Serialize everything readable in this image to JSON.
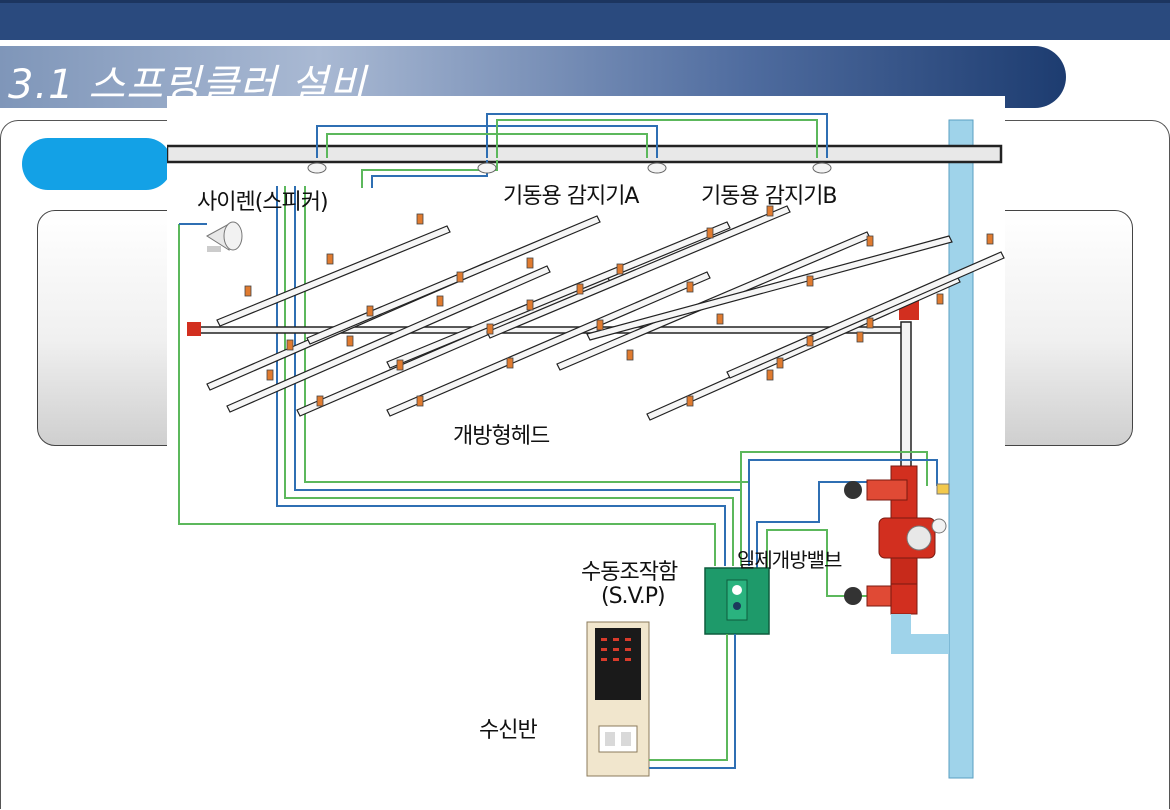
{
  "slide": {
    "title": "3.1 스프링클러 설비"
  },
  "diagram": {
    "labels": {
      "siren": "사이렌(스피커)",
      "detector_a": "기동용 감지기A",
      "detector_b": "기동용 감지기B",
      "open_head": "개방형헤드",
      "deluge_valve": "일제개방밸브",
      "manual_box": "수동조작함",
      "svp": "(S.V.P)",
      "receiver": "수신반"
    }
  },
  "colors": {
    "header_band": "#2a4a7e",
    "accent_pill": "#13a1e6",
    "wire_blue": "#2f6fb3",
    "wire_green": "#5cb85c",
    "riser_pipe": "#9fd3ea",
    "valve_red": "#d22f1f",
    "svp_panel": "#1e9a6a"
  }
}
